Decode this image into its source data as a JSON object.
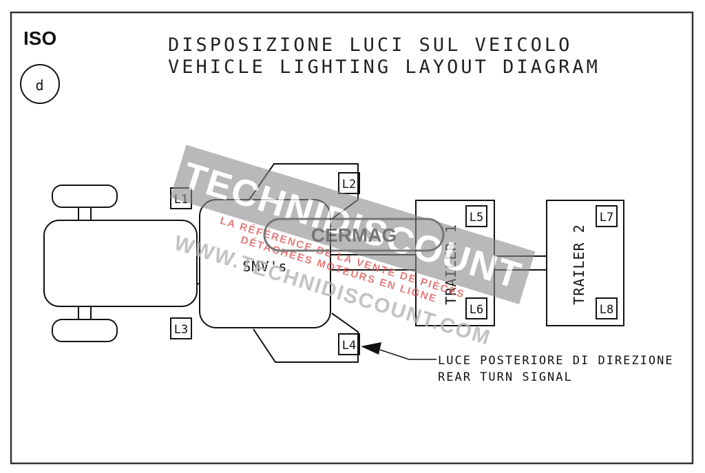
{
  "header": {
    "iso": "ISO",
    "view_letter": "d",
    "title_it": "DISPOSIZIONE LUCI SUL VEICOLO",
    "title_en": "VEHICLE LIGHTING LAYOUT DIAGRAM"
  },
  "labels": {
    "l1": "L1",
    "l2": "L2",
    "l3": "L3",
    "l4": "L4",
    "l5": "L5",
    "l6": "L6",
    "l7": "L7",
    "l8": "L8"
  },
  "bodies": {
    "smv": "SMV's",
    "trailer1": "TRAILER 1",
    "trailer2": "TRAILER 2"
  },
  "callout": {
    "line1": "LUCE POSTERIORE DI DIREZIONE",
    "line2": "REAR TURN SIGNAL"
  },
  "watermark": {
    "brand": "TECHNIDISCOUNT",
    "tagline1": "LA RÉFÉRENCE DE LA VENTE DE PIÈCES",
    "tagline2": "DÉTACHÉES MOTEURS EN LIGNE",
    "logo": "CERMAG",
    "url": "WWW.TECHNIDISCOUNT.COM"
  }
}
